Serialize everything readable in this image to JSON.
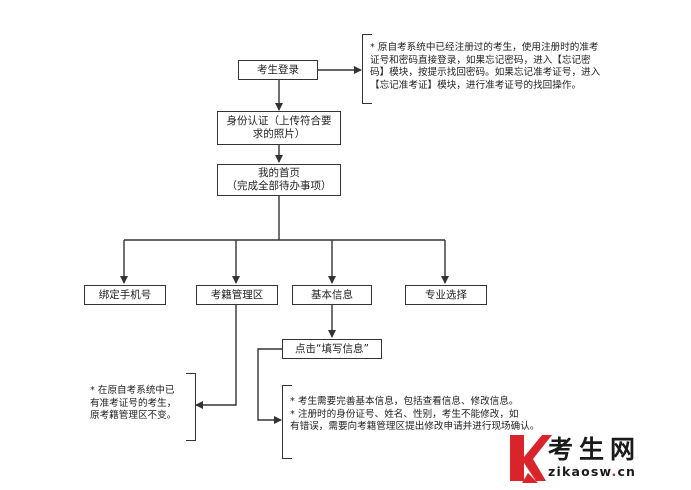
{
  "nodes": {
    "login": "考生登录",
    "identity_line1": "身份认证（上传符合要",
    "identity_line2": "求的照片）",
    "home_line1": "我的首页",
    "home_line2": "（完成全部待办事项）",
    "bind_phone": "绑定手机号",
    "registry": "考籍管理区",
    "basic_info": "基本信息",
    "major": "专业选择",
    "fill_info": "点击“填写信息”"
  },
  "notes": {
    "login_note": [
      "* 原自考系统中已经注册过的考生，使用注册时的准考",
      "证号和密码直接登录，如果忘记密码，进入【忘记密",
      "码】模块，按提示找回密码。如果忘记准考证号，进入",
      "【忘记准考证】模块，进行准考证号的找回操作。"
    ],
    "registry_note": [
      "* 在原自考系统中已",
      "有准考证号的考生，",
      "原考籍管理区不变。"
    ],
    "basic_note": [
      "* 考生需要完善基本信息，包括查看信息、修改信息。",
      "* 注册时的身份证号、姓名、性别，考生不能修改，如",
      "有错误，需要向考籍管理区提出修改申请并进行现场确认。"
    ]
  },
  "watermark": {
    "brand": "考生网",
    "url_part1": "zikaosw",
    "url_dot": ".",
    "url_part2": "cn",
    "colors": {
      "logo_red": "#d8242a",
      "logo_black": "#1a1a1a"
    }
  }
}
